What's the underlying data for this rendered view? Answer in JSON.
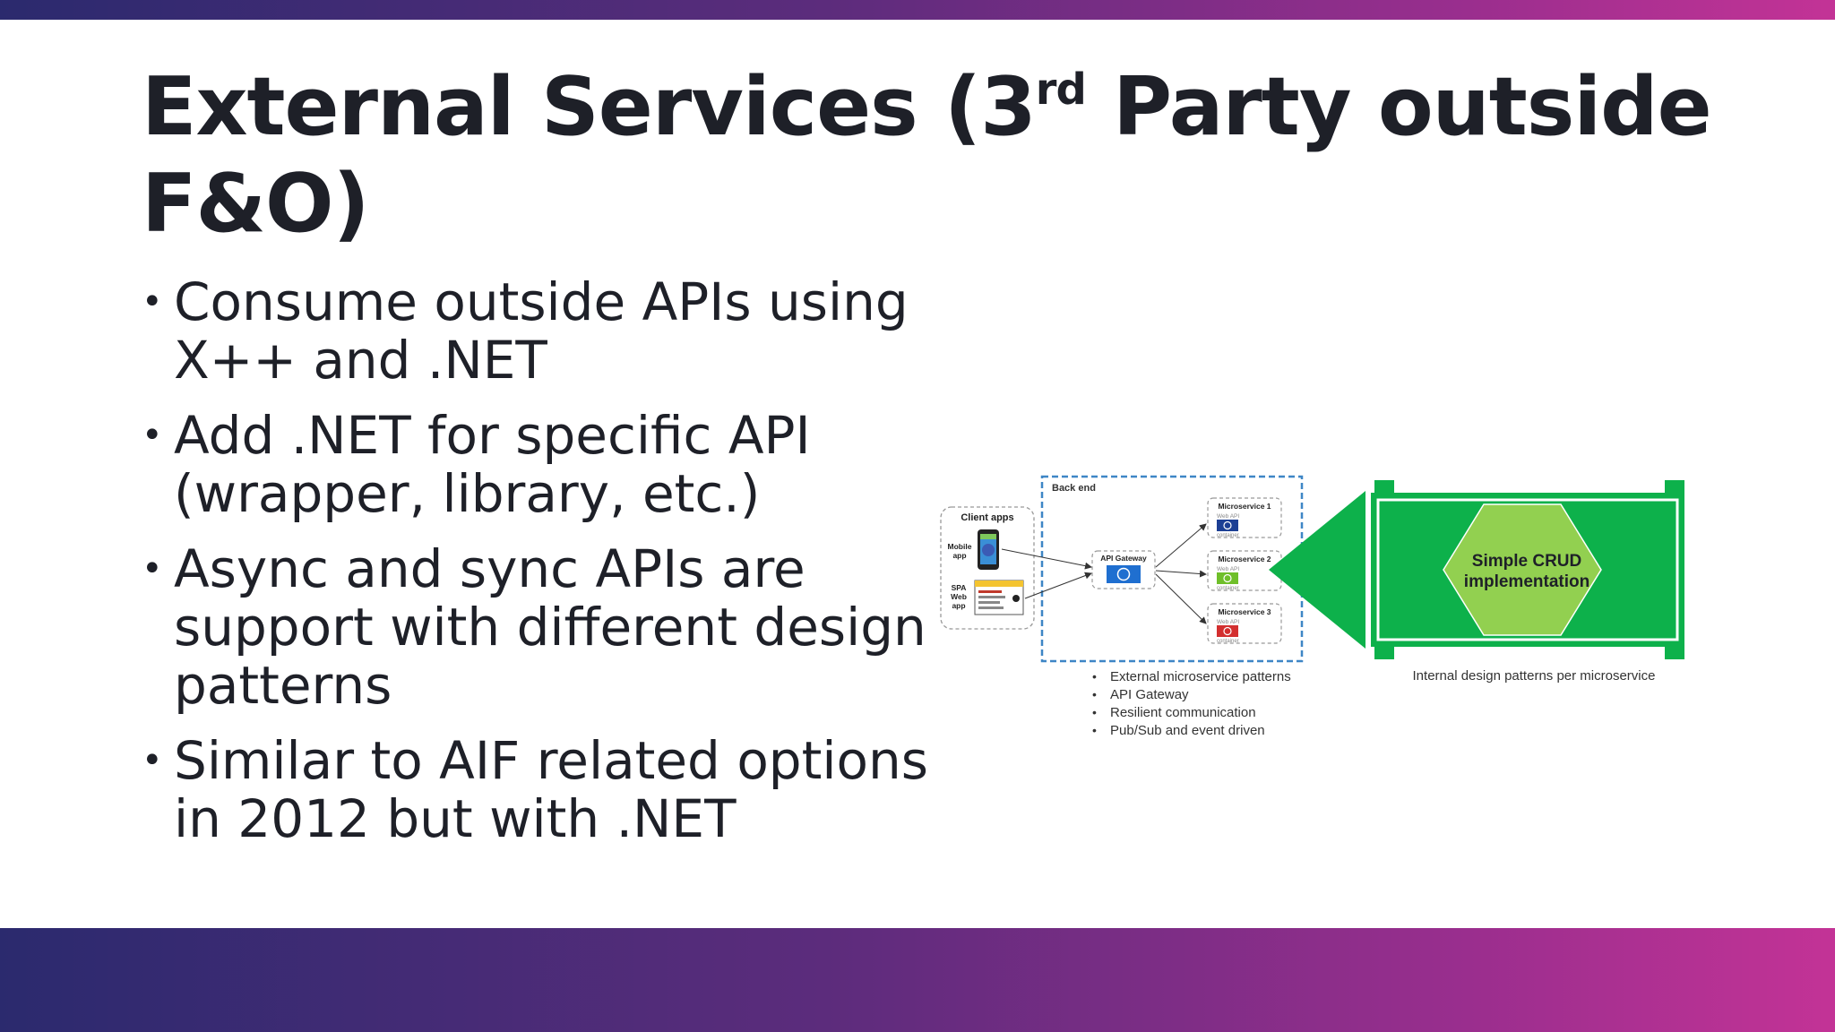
{
  "title": {
    "main_prefix": "External Services (3",
    "superscript": "rd",
    "main_suffix": " Party outside F&O)"
  },
  "bullets": [
    "Consume outside APIs using X++ and .NET",
    "Add .NET for specific API (wrapper, library, etc.)",
    "Async and sync APIs are support with different design patterns",
    "Similar to AIF related options in 2012 but with .NET"
  ],
  "diagram": {
    "backend_label": "Back end",
    "client_apps_label": "Client apps",
    "mobile_app_label": [
      "Mobile",
      "app"
    ],
    "spa_label": [
      "SPA",
      "Web",
      "app"
    ],
    "api_gateway_label": "API Gateway",
    "microservices": [
      {
        "name": "Microservice 1",
        "sub": "Web API",
        "container": "container",
        "color": "#1c3f94"
      },
      {
        "name": "Microservice 2",
        "sub": "Web API",
        "container": "container",
        "color": "#6fbf2a"
      },
      {
        "name": "Microservice 3",
        "sub": "Web API",
        "container": "container",
        "color": "#d32f2f"
      }
    ],
    "external_patterns": [
      "External microservice patterns",
      "API Gateway",
      "Resilient communication",
      "Pub/Sub and event driven"
    ],
    "crud_label": [
      "Simple CRUD",
      "implementation"
    ],
    "internal_caption": "Internal design patterns per microservice"
  },
  "colors": {
    "accent_green": "#0db14b",
    "hexagon_green": "#92d050",
    "backend_border": "#3e86c6",
    "band_start": "#2b2a6e",
    "band_end": "#c33396"
  }
}
